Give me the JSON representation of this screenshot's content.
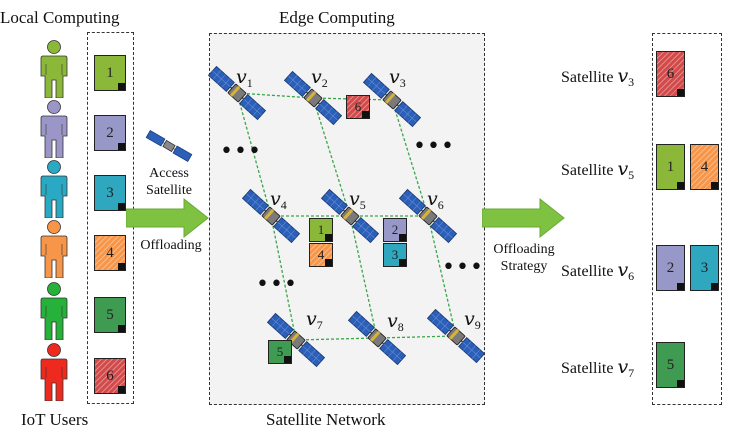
{
  "titles": {
    "local": "Local Computing",
    "edge": "Edge Computing",
    "network": "Satellite Network",
    "users": "IoT Users"
  },
  "left_labels": {
    "access_line1": "Access",
    "access_line2": "Satellite",
    "offloading": "Offloading"
  },
  "right_labels": {
    "line1": "Offloading",
    "line2": "Strategy"
  },
  "users": [
    {
      "task": "1",
      "color": "#8cb83a",
      "body_color": "#8cb83a"
    },
    {
      "task": "2",
      "color": "#9898c8",
      "body_color": "#9a96c8"
    },
    {
      "task": "3",
      "color": "#2fa7be",
      "body_color": "#2aa9c4"
    },
    {
      "task": "4",
      "color": "#f79548",
      "body_color": "#f79548"
    },
    {
      "task": "5",
      "color": "#3f9a52",
      "body_color": "#26b13a"
    },
    {
      "task": "6",
      "color": "#d24a4a",
      "body_color": "#ee2a1f"
    }
  ],
  "nodes": [
    {
      "sym": "v",
      "sub": "1"
    },
    {
      "sym": "v",
      "sub": "2"
    },
    {
      "sym": "v",
      "sub": "3"
    },
    {
      "sym": "v",
      "sub": "4"
    },
    {
      "sym": "v",
      "sub": "5"
    },
    {
      "sym": "v",
      "sub": "6"
    },
    {
      "sym": "v",
      "sub": "7"
    },
    {
      "sym": "v",
      "sub": "8"
    },
    {
      "sym": "v",
      "sub": "9"
    }
  ],
  "placed_tasks": [
    {
      "task": "6",
      "near": "v3"
    },
    {
      "task": "1",
      "near": "v5"
    },
    {
      "task": "4",
      "near": "v5"
    },
    {
      "task": "2",
      "near": "v6"
    },
    {
      "task": "3",
      "near": "v6"
    },
    {
      "task": "5",
      "near": "v7"
    }
  ],
  "strategy": [
    {
      "word": "Satellite",
      "sym": "v",
      "sub": "3",
      "tasks": [
        "6"
      ]
    },
    {
      "word": "Satellite",
      "sym": "v",
      "sub": "5",
      "tasks": [
        "1",
        "4"
      ]
    },
    {
      "word": "Satellite",
      "sym": "v",
      "sub": "6",
      "tasks": [
        "2",
        "3"
      ]
    },
    {
      "word": "Satellite",
      "sym": "v",
      "sub": "7",
      "tasks": [
        "5"
      ]
    }
  ],
  "ellipsis": "•••",
  "colors": {
    "arrow": "#7fc241",
    "link": "#3aa64a",
    "panel_blue": "#2b5fb8",
    "gray_bg": "#f3f3f3"
  }
}
